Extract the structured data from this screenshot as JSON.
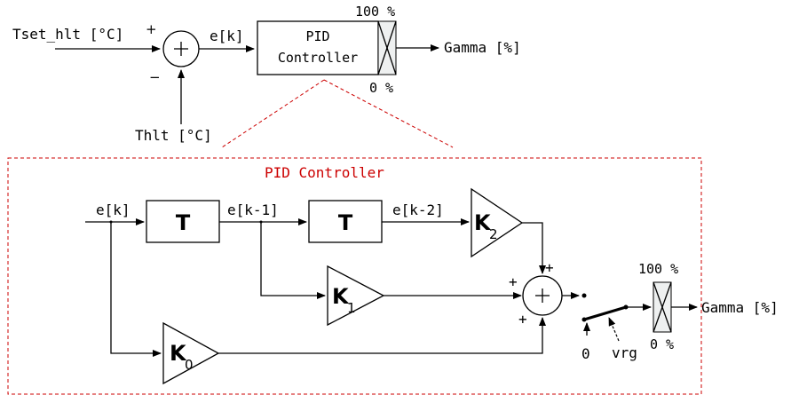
{
  "top": {
    "input_label": "Tset_hlt [°C]",
    "feedback_label": "Thlt [°C]",
    "plus_sign": "+",
    "minus_sign": "−",
    "error_label": "e[k]",
    "pid_line1": "PID",
    "pid_line2": "Controller",
    "sat_max": "100 %",
    "sat_min": "0 %",
    "output_label": "Gamma [%]"
  },
  "detail": {
    "title": "PID Controller",
    "input_label": "e[k]",
    "delay1_label": "T",
    "delay1_out_label": "e[k-1]",
    "delay2_label": "T",
    "delay2_out_label": "e[k-2]",
    "gain0": {
      "letter": "K",
      "index": "0"
    },
    "gain1": {
      "letter": "K",
      "index": "1"
    },
    "gain2": {
      "letter": "K",
      "index": "2"
    },
    "plus_sign": "+",
    "switch_input_label": "0",
    "switch_control_label": "vrg",
    "sat_max": "100 %",
    "sat_min": "0 %",
    "output_label": "Gamma [%]"
  },
  "colors": {
    "lines": "#000000",
    "detail_border": "#cc0000",
    "detail_title": "#cc0000"
  }
}
